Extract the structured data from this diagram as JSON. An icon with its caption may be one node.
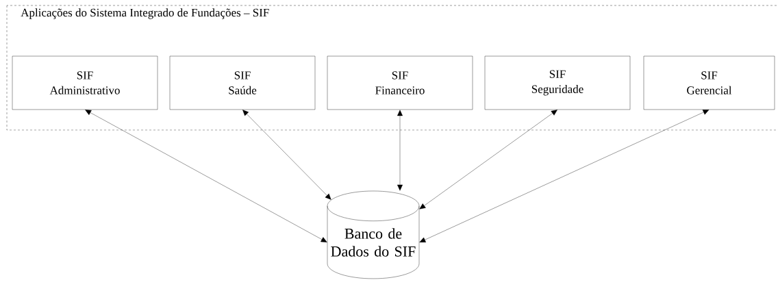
{
  "diagram": {
    "nodes": [
      {
        "text": [
          "Aplicações do Sistema Integrado de Fundações – SIF"
        ]
      },
      {
        "text": [
          "SIF Administrativo"
        ],
        "in": 0
      },
      {
        "text": [
          "SIF Saúde"
        ],
        "in": 0
      },
      {
        "text": [
          "SIF Financeiro"
        ],
        "in": 0
      },
      {
        "text": [
          "SIF Seguridade"
        ],
        "in": 0
      },
      {
        "text": [
          "SIF Gerencial"
        ],
        "in": 0
      },
      {
        "text": [
          "Banco de Dados do SIF"
        ]
      }
    ],
    "edges": [
      {
        "from": 1,
        "to": 6,
        "arrow": "both"
      },
      {
        "from": 2,
        "to": 6,
        "arrow": "both"
      },
      {
        "from": 3,
        "to": 6,
        "arrow": "both"
      },
      {
        "from": 4,
        "to": 6,
        "arrow": "both"
      },
      {
        "from": 5,
        "to": 6,
        "arrow": "both"
      }
    ]
  }
}
